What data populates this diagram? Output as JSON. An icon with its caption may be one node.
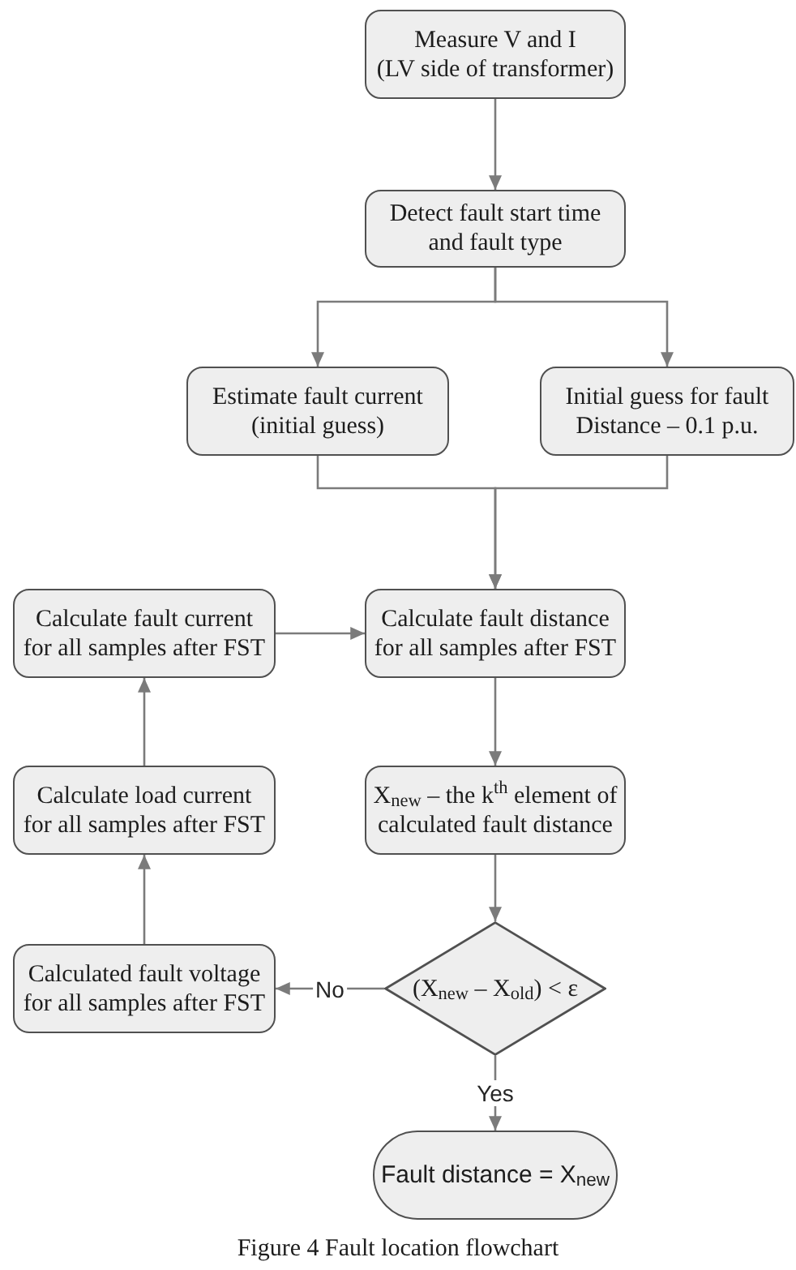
{
  "diagram": {
    "caption": "Figure 4 Fault location flowchart",
    "nodes": [
      {
        "text": [
          "Measure V and I (LV side of transformer)"
        ]
      },
      {
        "text": [
          "Detect fault start time and fault type"
        ]
      },
      {
        "text": [
          "Estimate fault current (initial guess)"
        ]
      },
      {
        "text": [
          "Initial guess for fault Distance – 0.1 p.u."
        ]
      },
      {
        "text": [
          "Calculate fault distance for all samples after FST"
        ]
      },
      {
        "text": [
          "Calculate fault current for all samples after FST"
        ]
      },
      {
        "text": [
          "X$_{new}$ – the k$^{th}$ element of calculated fault distance"
        ]
      },
      {
        "text": [
          "Calculate load current for all samples after FST"
        ]
      },
      {
        "text": [
          "(X$_{new}$ – X$_{old}$) < ε"
        ]
      },
      {
        "text": [
          "Calculated fault voltage for all samples after FST"
        ]
      },
      {
        "text": [
          "Fault distance = X$_{new}$"
        ]
      }
    ],
    "edges": [
      {
        "from": 0,
        "to": 1,
        "arrow": "to"
      },
      {
        "from": 1,
        "to": 2,
        "arrow": "to"
      },
      {
        "from": 1,
        "to": 3,
        "arrow": "to"
      },
      {
        "from": 2,
        "to": 4,
        "arrow": "to"
      },
      {
        "from": 3,
        "to": 4,
        "arrow": "to"
      },
      {
        "from": 4,
        "to": 6,
        "arrow": "to"
      },
      {
        "from": 6,
        "to": 8,
        "arrow": "to"
      },
      {
        "from": 8,
        "to": 9,
        "arrow": "to",
        "label": "No"
      },
      {
        "from": 9,
        "to": 7,
        "arrow": "to"
      },
      {
        "from": 7,
        "to": 5,
        "arrow": "to"
      },
      {
        "from": 5,
        "to": 4,
        "arrow": "to"
      },
      {
        "from": 8,
        "to": 10,
        "arrow": "to",
        "label": "Yes"
      }
    ]
  }
}
